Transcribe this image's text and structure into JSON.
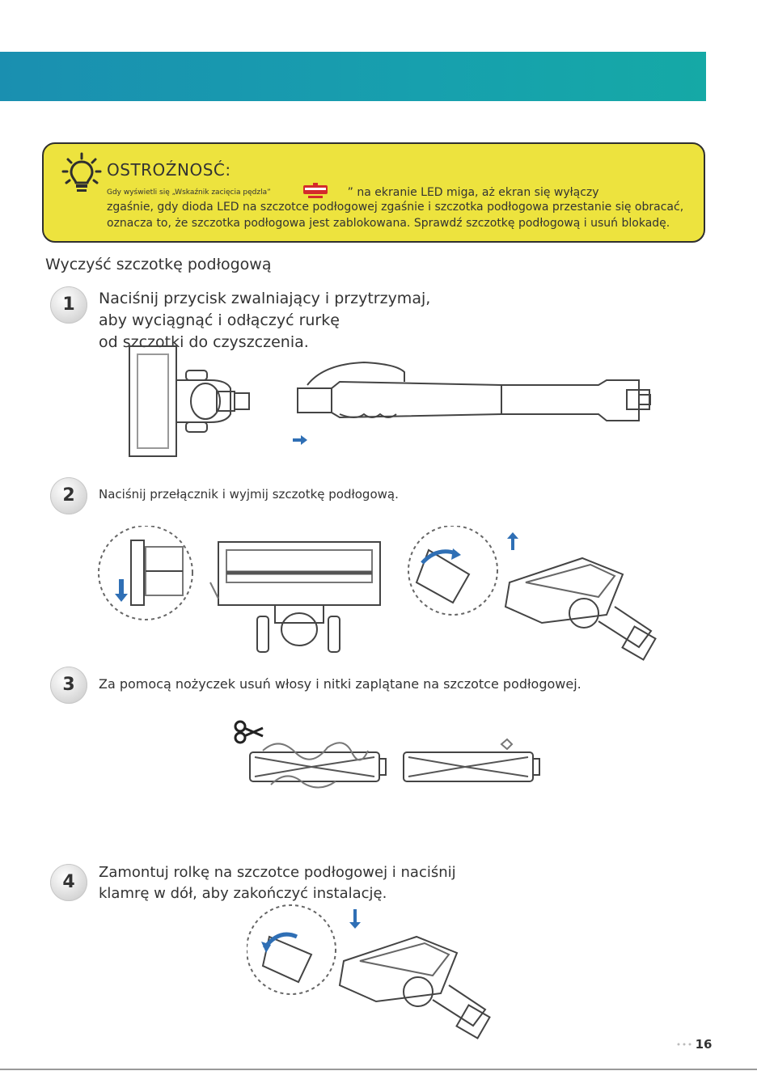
{
  "caution": {
    "title": "OSTROŹNOSĆ:",
    "line1_small": "Gdy wyświetli się „Wskaźnik zacięcia pędzla”",
    "line1_rest": "” na ekranie LED miga, aż ekran się wyłączy",
    "line2": "zgaśnie, gdy dioda LED na szczotce podłogowej zgaśnie i szczotka podłogowa przestanie się obracać,",
    "line3": "oznacza to, że szczotka podłogowa jest zablokowana. Sprawdź szczotkę podłogową i usuń blokadę.",
    "icon": "lightbulb-icon",
    "brush_icon": "brush-jam-icon",
    "brush_icon_color": "#d42b2b"
  },
  "section": {
    "title": "Wyczyść szczotkę podłogową"
  },
  "steps": [
    {
      "number": "1",
      "lines": [
        "Naciśnij przycisk zwalniający i przytrzymaj,",
        "aby wyciągnąć i odłączyć rurkę",
        "od szczotki do czyszczenia."
      ]
    },
    {
      "number": "2",
      "lines": [
        "Naciśnij przełącznik i wyjmij szczotkę podłogową."
      ]
    },
    {
      "number": "3",
      "lines": [
        "Za pomocą nożyczek usuń włosy i nitki zaplątane na szczotce podłogowej."
      ]
    },
    {
      "number": "4",
      "lines": [
        "Zamontuj rolkę na szczotce podłogowej i naciśnij",
        "klamrę w dół, aby zakończyć instalację."
      ]
    }
  ],
  "colors": {
    "header": "#1a9cae",
    "caution_bg": "#ede33e",
    "arrow": "#2f6fb5"
  },
  "page": {
    "number": "16"
  }
}
